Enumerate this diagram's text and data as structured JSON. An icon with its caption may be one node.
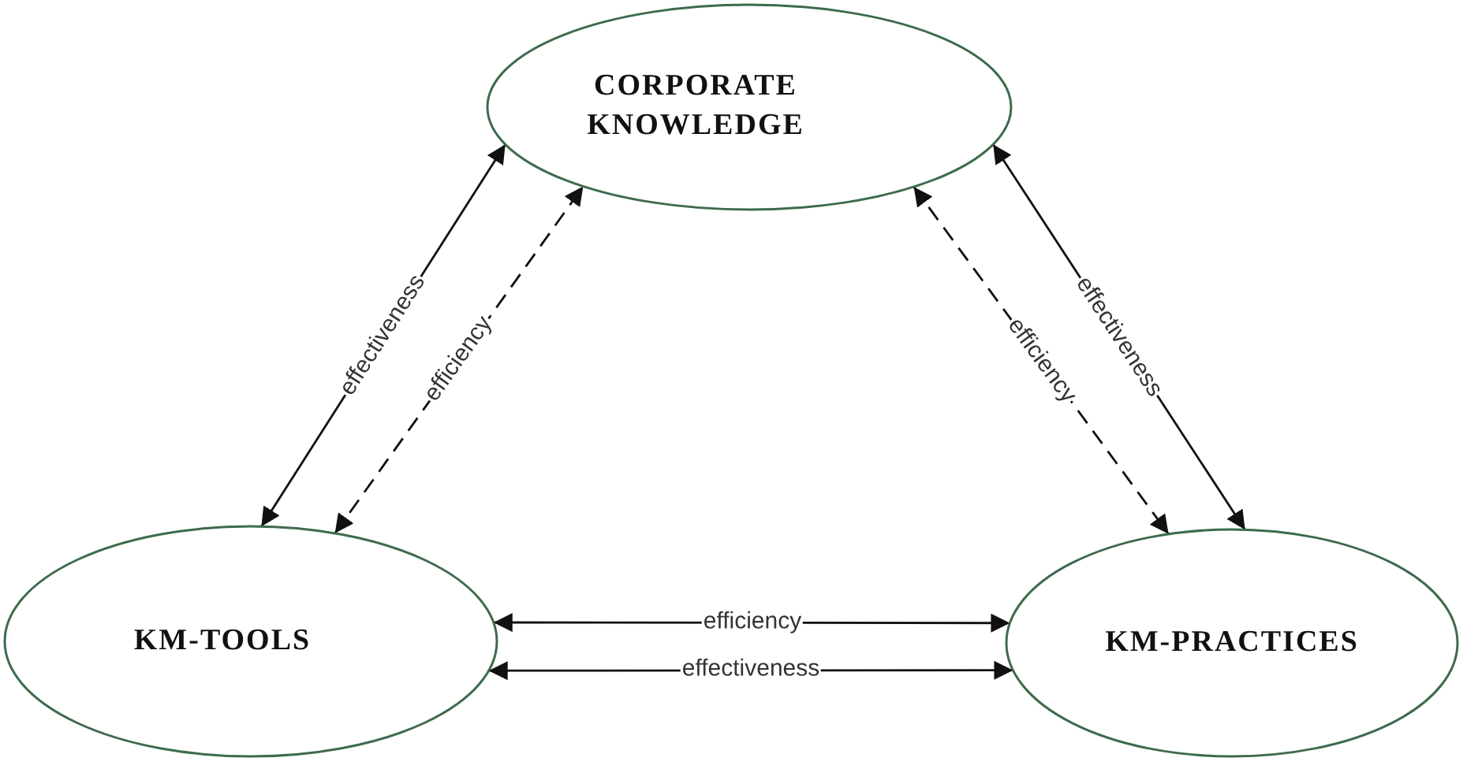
{
  "diagram": {
    "nodes": [
      {
        "text": [
          "CORPORATE KNOWLEDGE"
        ]
      },
      {
        "text": [
          "KM-TOOLS"
        ]
      },
      {
        "text": [
          "KM-PRACTICES"
        ]
      }
    ],
    "edges": [
      {
        "from": 1,
        "to": 0,
        "arrow": "both",
        "label": "effectiveness"
      },
      {
        "from": 1,
        "to": 0,
        "arrow": "both",
        "label": "efficiency",
        "style": "dashed"
      },
      {
        "from": 0,
        "to": 2,
        "arrow": "both",
        "label": "effectiveness"
      },
      {
        "from": 0,
        "to": 2,
        "arrow": "both",
        "label": "efficiency",
        "style": "dashed"
      },
      {
        "from": 1,
        "to": 2,
        "arrow": "both",
        "label": "efficiency"
      },
      {
        "from": 1,
        "to": 2,
        "arrow": "both",
        "label": "effectiveness"
      }
    ]
  }
}
